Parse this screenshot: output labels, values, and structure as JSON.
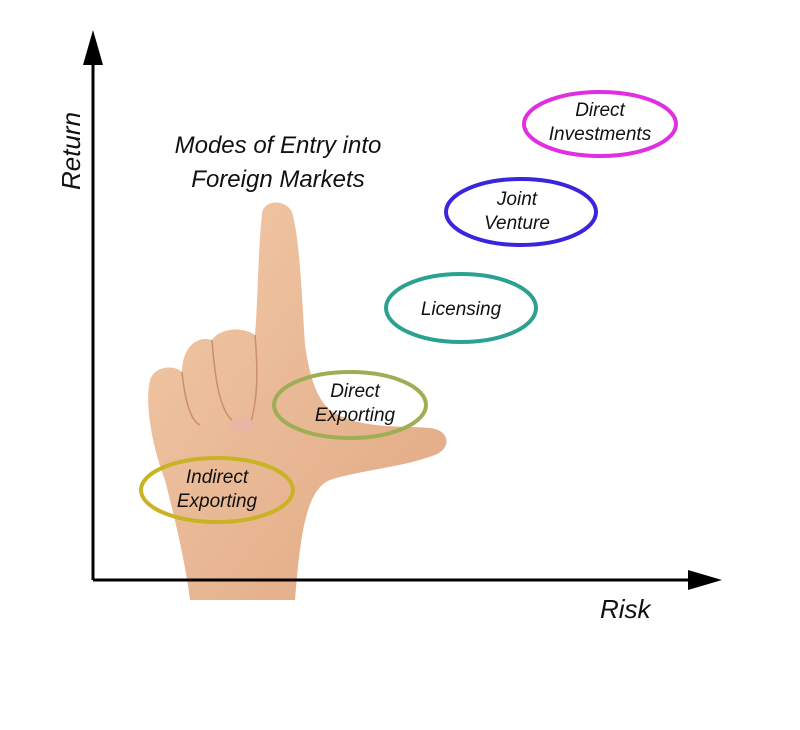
{
  "title": {
    "line1": "Modes of Entry into",
    "line2": "Foreign Markets"
  },
  "axes": {
    "y_label": "Return",
    "x_label": "Risk"
  },
  "modes": [
    {
      "line1": "Indirect",
      "line2": "Exporting",
      "color": "#c9b224"
    },
    {
      "line1": "Direct",
      "line2": "Exporting",
      "color": "#9fae55"
    },
    {
      "line1": "Licensing",
      "line2": "",
      "color": "#2ba291"
    },
    {
      "line1": "Joint",
      "line2": "Venture",
      "color": "#3a24dc"
    },
    {
      "line1": "Direct",
      "line2": "Investments",
      "color": "#e02fe0"
    }
  ]
}
